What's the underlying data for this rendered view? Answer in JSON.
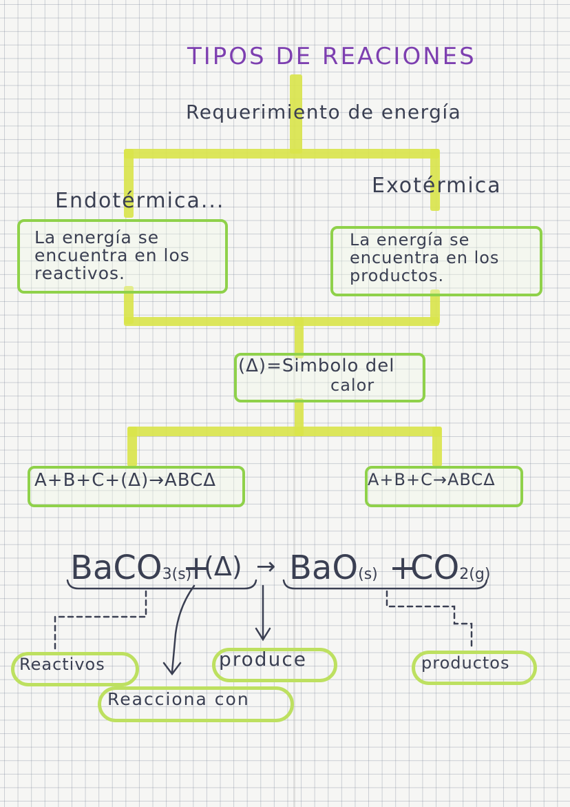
{
  "title": "TIPOS DE REACIONES",
  "subtitle": "Requerimiento de energía",
  "endo": {
    "heading": "Endotérmica...",
    "desc_lines": [
      "La energía se",
      "encuentra en los",
      "reactivos."
    ]
  },
  "exo": {
    "heading": "Exotérmica",
    "desc_lines": [
      "La energía se",
      "encuentra en los",
      "productos."
    ]
  },
  "symbol": {
    "lines": [
      "(Δ)=Simbolo del",
      "calor"
    ]
  },
  "equations": {
    "left": "A+B+C+(Δ)→ABCΔ",
    "right": "A+B+C→ABCΔ"
  },
  "formula": {
    "r1": "BaCO",
    "r1_sub": "3(s)",
    "plus1": "+",
    "delta": "(Δ)",
    "arrow": "→",
    "p1": "BaO",
    "p1_sub": "(s)",
    "plus2": "+",
    "p2": "CO",
    "p2_sub": "2(g)"
  },
  "labels": {
    "reactivos": "Reactivos",
    "produce": "produce",
    "productos": "productos",
    "reacciona": "Reacciona con"
  },
  "colors": {
    "title": "#7d3fb0",
    "box_border": "#8fd14a",
    "connector": "#d9e44a",
    "ink": "#3a3f52"
  }
}
